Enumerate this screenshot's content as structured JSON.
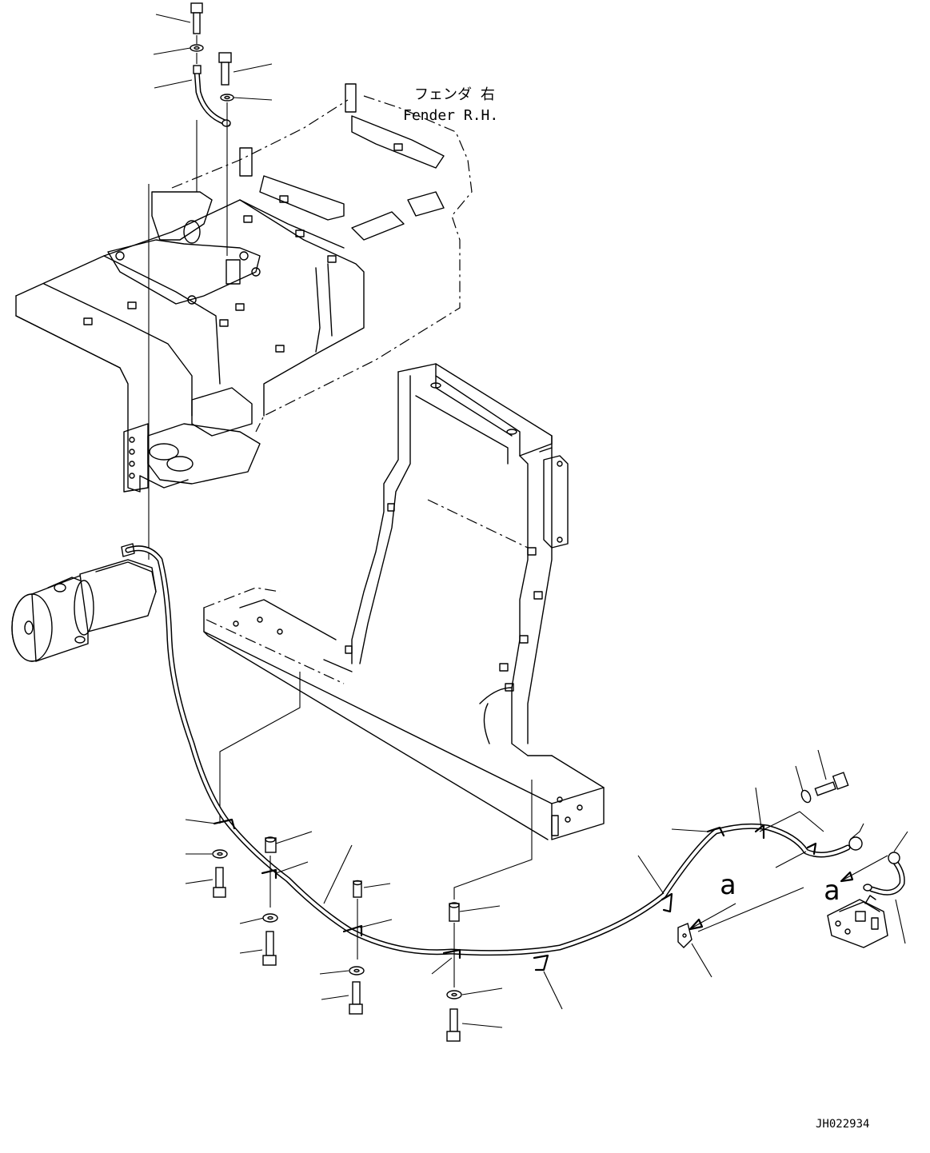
{
  "labels": {
    "fender_jp": "フェンダ 右",
    "fender_en": "Fender R.H.",
    "view_a_1": "a",
    "view_a_2": "a",
    "drawing_number": "JH022934"
  },
  "icons": {
    "bolt": "bolt-icon",
    "washer": "washer-icon",
    "clamp": "clamp-icon",
    "spacer": "spacer-icon",
    "hose": "hose-icon",
    "motor": "motor-icon",
    "valve": "valve-icon",
    "arrow": "arrow-icon"
  }
}
